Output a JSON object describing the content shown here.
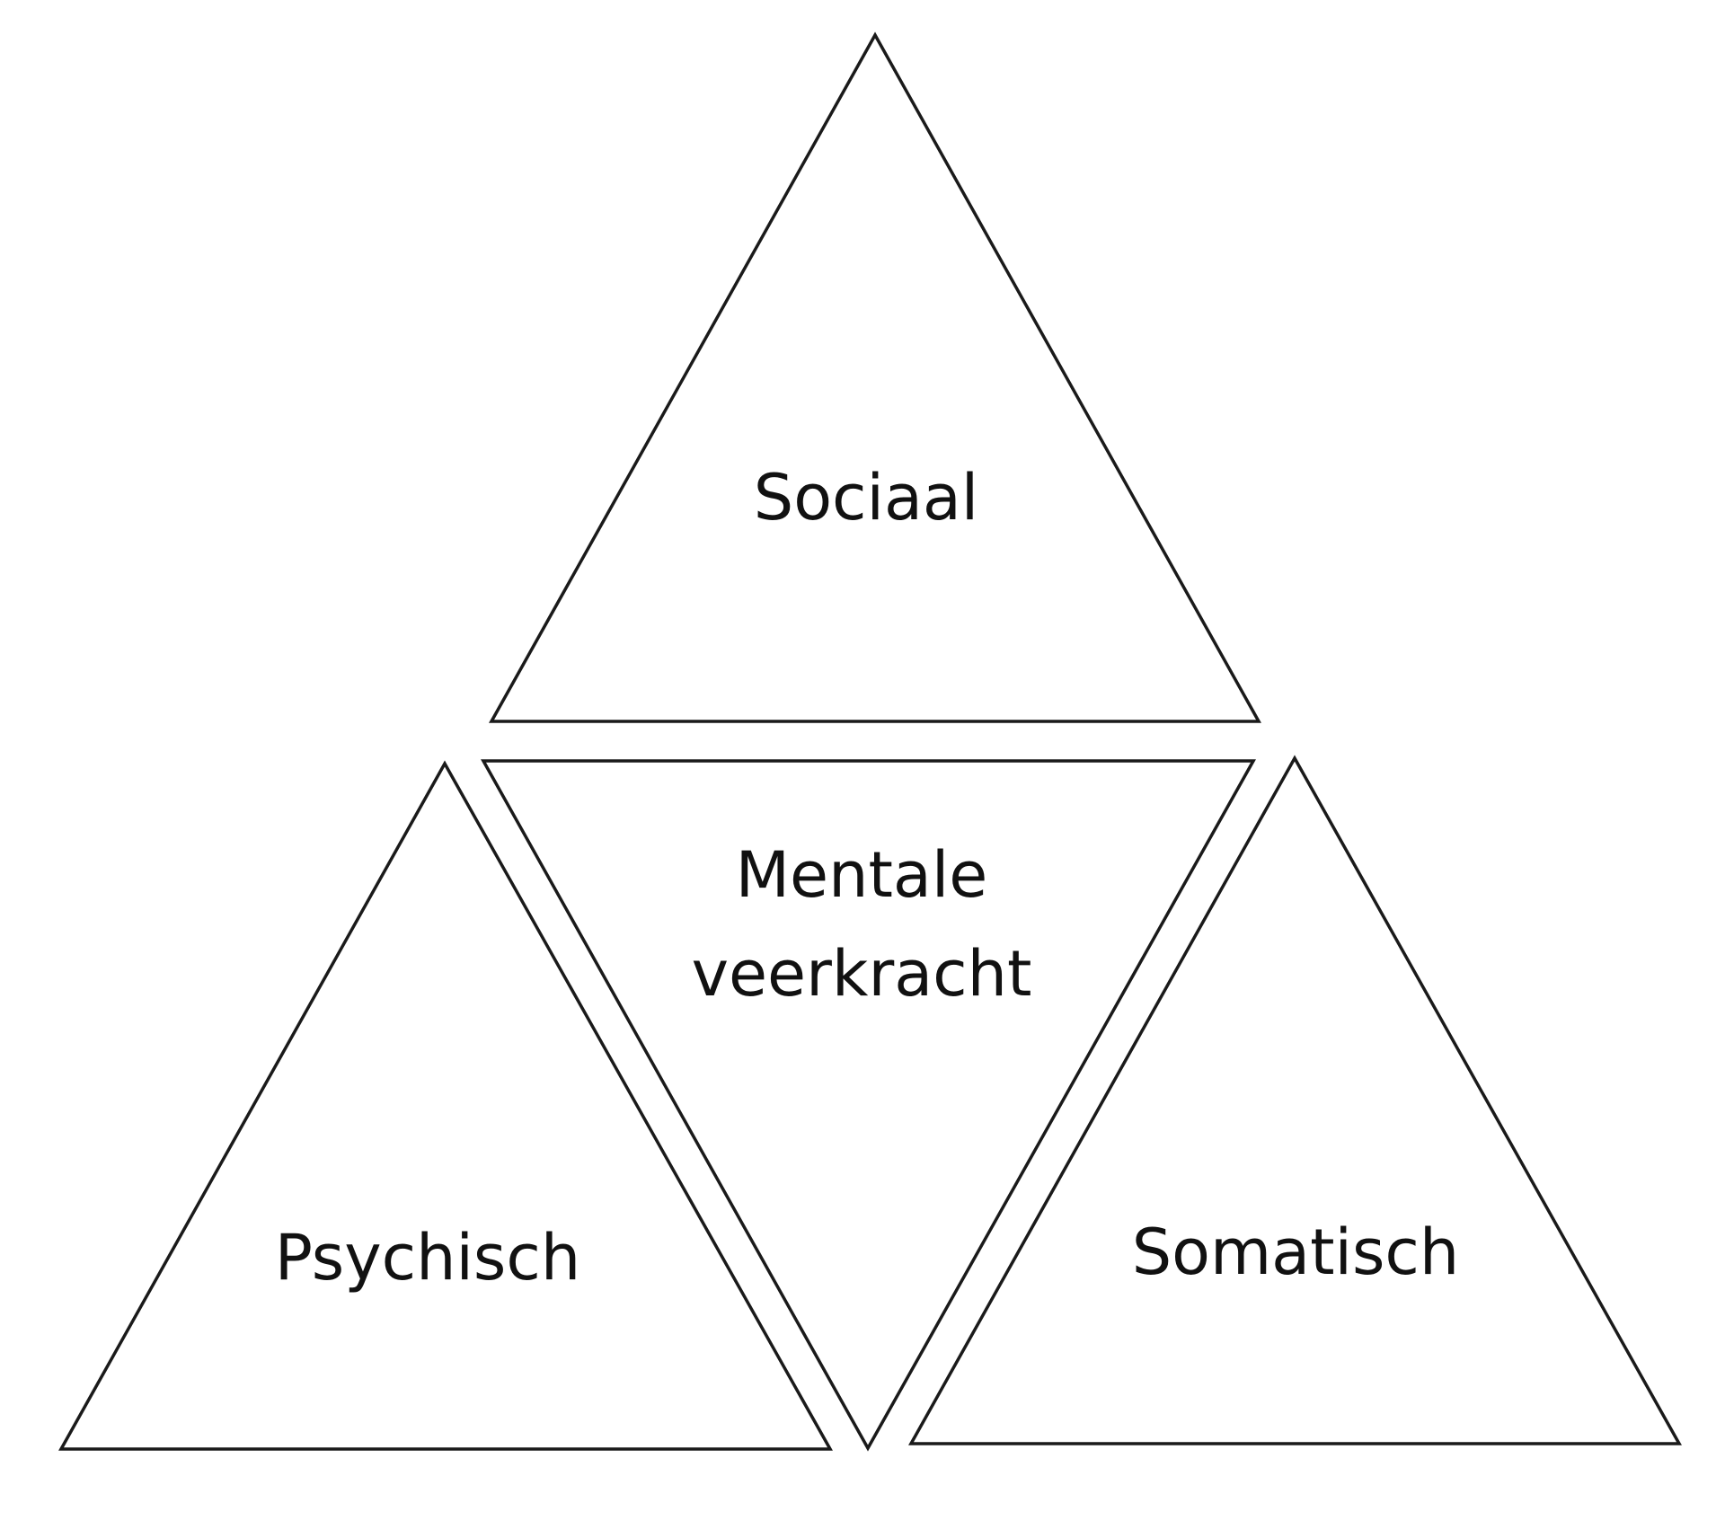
{
  "diagram": {
    "top": {
      "label": "Sociaal"
    },
    "center": {
      "line1": "Mentale",
      "line2": "veerkracht"
    },
    "left": {
      "label": "Psychisch"
    },
    "right": {
      "label": "Somatisch"
    }
  },
  "colors": {
    "stroke": "#1a1a1a",
    "fill": "#ffffff",
    "text": "#111111"
  }
}
